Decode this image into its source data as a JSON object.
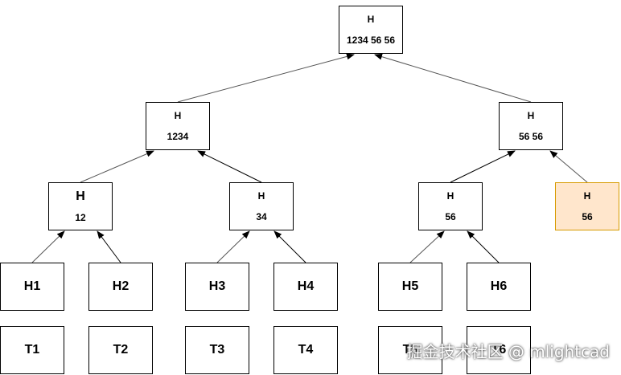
{
  "nodes": {
    "root": {
      "h": "H",
      "value": "1234 56 56"
    },
    "l1_left": {
      "h": "H",
      "value": "1234"
    },
    "l1_right": {
      "h": "H",
      "value": "56 56"
    },
    "n12": {
      "h": "H",
      "value": "12"
    },
    "n34": {
      "h": "H",
      "value": "34"
    },
    "n56": {
      "h": "H",
      "value": "56"
    },
    "n56_dup": {
      "h": "H",
      "value": "56"
    }
  },
  "hashes": [
    "H1",
    "H2",
    "H3",
    "H4",
    "H5",
    "H6"
  ],
  "transactions": [
    "T1",
    "T2",
    "T3",
    "T4",
    "T5",
    "T6"
  ],
  "watermark": "掘金技术社区 @ mlightcad",
  "colors": {
    "highlight_fill": "#ffe6cc",
    "highlight_border": "#d79b00"
  }
}
